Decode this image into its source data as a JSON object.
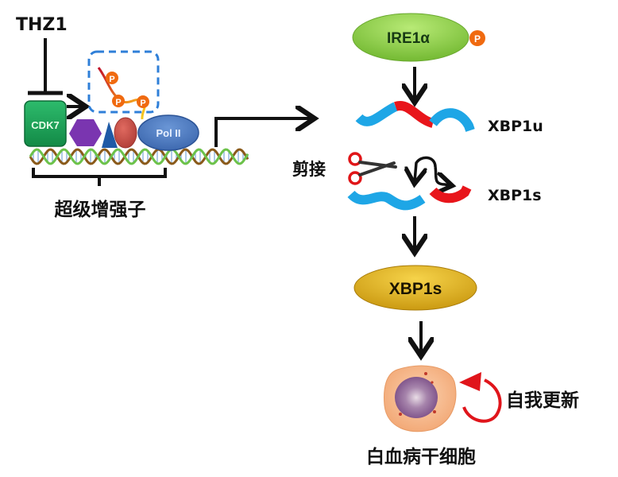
{
  "diagram": {
    "left": {
      "inhibitor_label": "THZ1",
      "cdk7_label": "CDK7",
      "pol2_label": "Pol II",
      "phospho_label": "P",
      "super_enhancer_label": "超级增强子"
    },
    "right": {
      "ire1a_label": "IRE1α",
      "ire1a_phospho": "P",
      "xbp1u_label": "XBP1u",
      "splicing_label": "剪接",
      "xbp1s_mrna_label": "XBP1s",
      "xbp1s_protein_label": "XBP1s",
      "self_renewal_label": "自我更新",
      "cell_label": "白血病干细胞"
    },
    "colors": {
      "cdk7": "#1aa35a",
      "pol2": "#4a78c0",
      "hexagon": "#7a35b0",
      "triangle": "#1f5aa6",
      "red_oval": "#c9504a",
      "dashed_box": "#2f7fd8",
      "phospho": "#f06a10",
      "ire1a": "#8fd14f",
      "xbp1s_protein": "#e2b21a",
      "mrna_blue": "#1ea6e6",
      "mrna_red": "#e8151b",
      "cell": "#f6b98a",
      "nucleus": "#8b5b95",
      "renewal_arrow": "#e0151b"
    }
  }
}
